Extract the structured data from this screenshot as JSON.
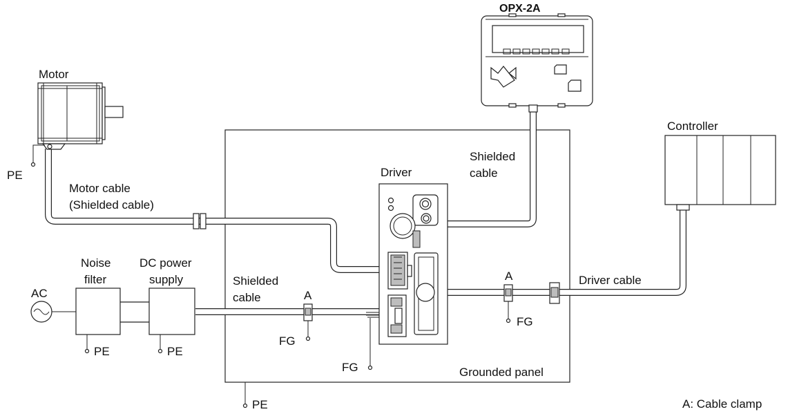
{
  "labels": {
    "opx": "OPX-2A",
    "motor": "Motor",
    "controller": "Controller",
    "driver": "Driver",
    "shielded_cable_top_l1": "Shielded",
    "shielded_cable_top_l2": "cable",
    "motor_cable_l1": "Motor cable",
    "motor_cable_l2": "(Shielded cable)",
    "noise_filter_l1": "Noise",
    "noise_filter_l2": "filter",
    "dc_power_l1": "DC power",
    "dc_power_l2": "supply",
    "shielded_cable_left_l1": "Shielded",
    "shielded_cable_left_l2": "cable",
    "ac": "AC",
    "driver_cable": "Driver cable",
    "grounded_panel": "Grounded panel",
    "clamp_legend": "A: Cable clamp",
    "clamp_a": "A",
    "pe": "PE",
    "fg": "FG"
  }
}
